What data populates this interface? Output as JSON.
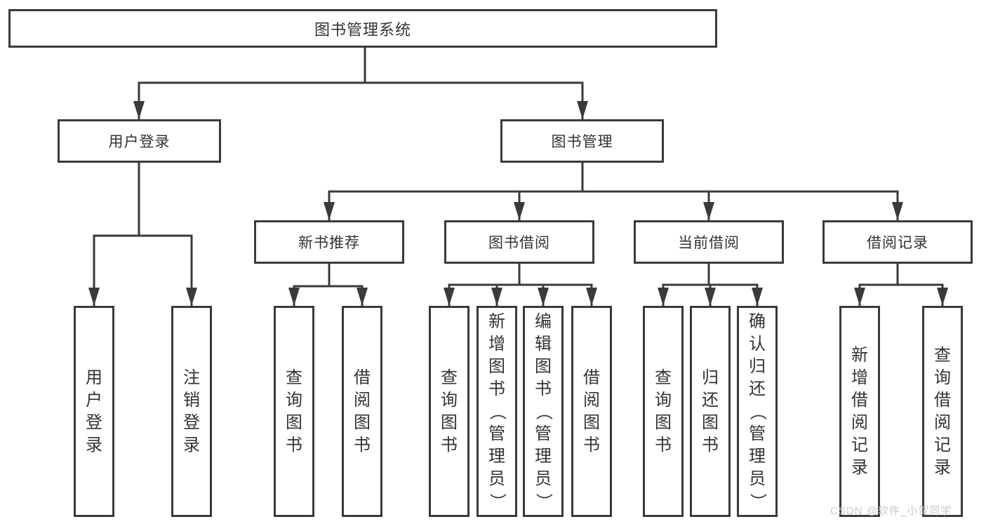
{
  "nodes": {
    "root": {
      "label": "图书管理系统"
    },
    "level2": [
      {
        "label": "用户登录"
      },
      {
        "label": "图书管理"
      }
    ],
    "level3": [
      {
        "label": "新书推荐",
        "parent": "图书管理"
      },
      {
        "label": "图书借阅",
        "parent": "图书管理"
      },
      {
        "label": "当前借阅",
        "parent": "图书管理"
      },
      {
        "label": "借阅记录",
        "parent": "图书管理"
      }
    ],
    "leaves": [
      {
        "label": "用户登录",
        "parent": "用户登录"
      },
      {
        "label": "注销登录",
        "parent": "用户登录"
      },
      {
        "label": "查询图书",
        "parent": "新书推荐"
      },
      {
        "label": "借阅图书",
        "parent": "新书推荐"
      },
      {
        "label": "查询图书",
        "parent": "图书借阅"
      },
      {
        "label": "新增图书（管理员）",
        "parent": "图书借阅"
      },
      {
        "label": "编辑图书（管理员）",
        "parent": "图书借阅"
      },
      {
        "label": "借阅图书",
        "parent": "图书借阅"
      },
      {
        "label": "查询图书",
        "parent": "当前借阅"
      },
      {
        "label": "归还图书",
        "parent": "当前借阅"
      },
      {
        "label": "确认归还（管理员）",
        "parent": "当前借阅"
      },
      {
        "label": "新增借阅记录",
        "parent": "借阅记录"
      },
      {
        "label": "查询借阅记录",
        "parent": "借阅记录"
      }
    ]
  },
  "watermark": "CSDN @软件_小贺同学",
  "colors": {
    "line": "#3a3a3a",
    "text": "#333333",
    "watermark": "#c8c8c8",
    "background": "#ffffff"
  }
}
